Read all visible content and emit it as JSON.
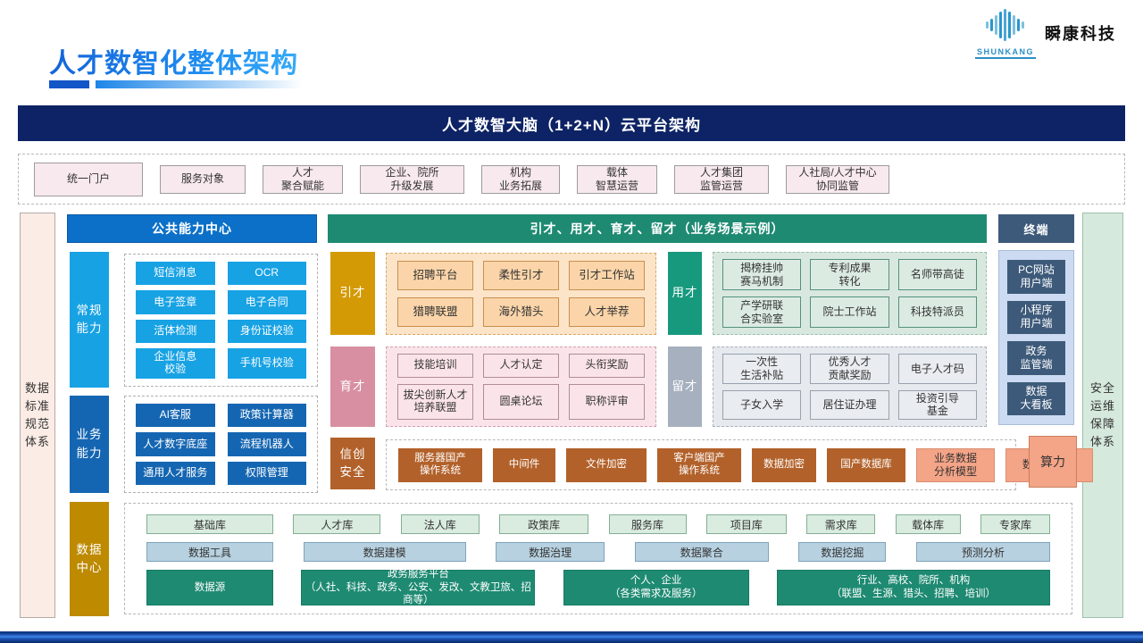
{
  "slide": {
    "title": "人才数智化整体架构",
    "banner_title": "人才数智大脑（1+2+N）云平台架构"
  },
  "logo": {
    "name_en": "SHUNKANG",
    "name_cn": "瞬康科技"
  },
  "service_row": {
    "items": [
      "统一门户",
      "服务对象",
      "人才\n聚合赋能",
      "企业、院所\n升级发展",
      "机构\n业务拓展",
      "载体\n智慧运营",
      "人才集团\n监管运营",
      "人社局/人才中心\n协同监管"
    ]
  },
  "rails": {
    "left": "数据\n标准\n规范\n体系",
    "right": "安全\n运维\n保障\n体系"
  },
  "capability": {
    "header": "公共能力中心",
    "regular": {
      "label": "常规\n能力",
      "items": [
        "短信消息",
        "OCR",
        "电子签章",
        "电子合同",
        "活体检测",
        "身份证校验",
        "企业信息\n校验",
        "手机号校验"
      ]
    },
    "business": {
      "label": "业务\n能力",
      "items": [
        "AI客服",
        "政策计算器",
        "人才数字底座",
        "流程机器人",
        "通用人才服务",
        "权限管理"
      ]
    }
  },
  "scenario": {
    "header": "引才、用才、育才、留才（业务场景示例）",
    "yincai": {
      "label": "引才",
      "items": [
        "招聘平台",
        "柔性引才",
        "引才工作站",
        "猎聘联盟",
        "海外猎头",
        "人才举荐"
      ]
    },
    "yongcai": {
      "label": "用才",
      "items": [
        "揭榜挂帅\n赛马机制",
        "专利成果\n转化",
        "名师带高徒",
        "产学研联\n合实验室",
        "院士工作站",
        "科技特派员"
      ]
    },
    "yucai": {
      "label": "育才",
      "items": [
        "技能培训",
        "人才认定",
        "头衔奖励",
        "拔尖创新人才\n培养联盟",
        "圆桌论坛",
        "职称评审"
      ]
    },
    "liucai": {
      "label": "留才",
      "items": [
        "一次性\n生活补贴",
        "优秀人才\n贡献奖励",
        "电子人才码",
        "子女入学",
        "居住证办理",
        "投资引导\n基金"
      ]
    }
  },
  "xinchuang": {
    "label": "信创\n安全",
    "dark_items": [
      "服务器国产\n操作系统",
      "中间件",
      "文件加密",
      "客户端国产\n操作系统",
      "数据加密",
      "国产数据库"
    ],
    "light_items": [
      "业务数据\n分析模型",
      "数据可视化"
    ],
    "compute_label": "算力"
  },
  "data_center": {
    "label": "数据\n中心",
    "db_row": [
      "基础库",
      "人才库",
      "法人库",
      "政策库",
      "服务库",
      "项目库",
      "需求库",
      "载体库",
      "专家库"
    ],
    "tool_row": [
      "数据工具",
      "数据建模",
      "数据治理",
      "数据聚合",
      "数据挖掘",
      "预测分析"
    ],
    "source_row": [
      "数据源",
      "政务服务平台\n（人社、科技、政务、公安、发改、文教卫旅、招商等）",
      "个人、企业\n（各类需求及服务）",
      "行业、高校、院所、机构\n（联盟、生源、猎头、招聘、培训）"
    ]
  },
  "terminal": {
    "header": "终端",
    "items": [
      "PC网站\n用户端",
      "小程序\n用户端",
      "政务\n监管端",
      "数据\n大看板"
    ]
  },
  "colors": {
    "title_blue": "#1b82e8",
    "banner_navy": "#0d2365",
    "capability_blue": "#0c70c8",
    "cyan": "#17a2e4",
    "deep_blue": "#1566b2",
    "teal": "#1e8a72",
    "gold": "#d49a05",
    "datacenter_gold": "#bd8a00",
    "pink": "#d88fa2",
    "gray_blue": "#a6b0bf",
    "sienna": "#b2612a",
    "salmon": "#f4a487",
    "slate": "#3d5a7a"
  }
}
